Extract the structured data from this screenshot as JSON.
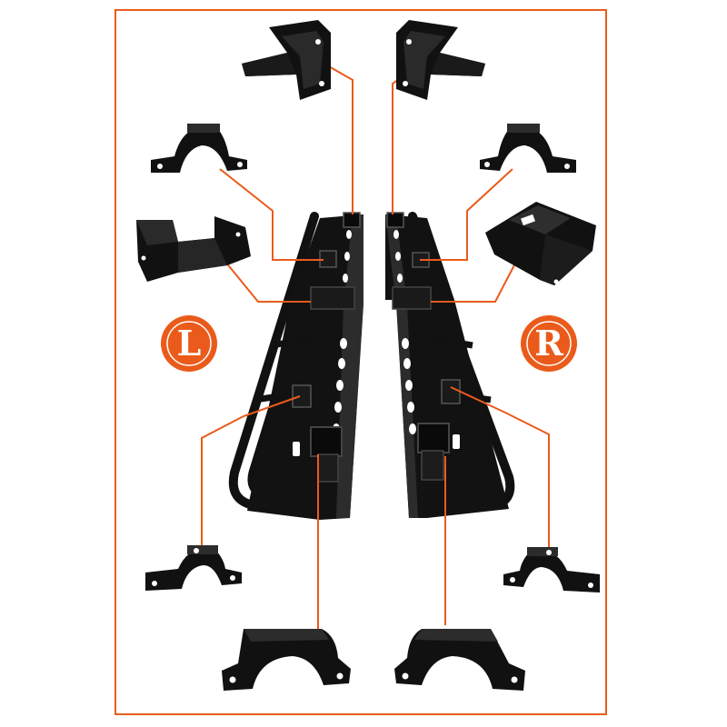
{
  "colors": {
    "accent": "#ea5b1b",
    "part": "#111111",
    "highlight": "#4a4a4a",
    "hole": "#ffffff"
  },
  "sides": {
    "left": {
      "label": "L"
    },
    "right": {
      "label": "R"
    }
  },
  "parts": [
    {
      "name": "left-top-frame-bracket",
      "side": "left",
      "kind": "frame bracket"
    },
    {
      "name": "left-upper-mount-bracket",
      "side": "left",
      "kind": "mount bracket"
    },
    {
      "name": "left-tray-plate",
      "side": "left",
      "kind": "tray plate"
    },
    {
      "name": "left-lower-mount-bracket",
      "side": "left",
      "kind": "mount bracket"
    },
    {
      "name": "left-bottom-bracket",
      "side": "left",
      "kind": "large bracket"
    },
    {
      "name": "right-top-frame-bracket",
      "side": "right",
      "kind": "frame bracket"
    },
    {
      "name": "right-upper-mount-bracket",
      "side": "right",
      "kind": "mount bracket"
    },
    {
      "name": "right-box-bracket",
      "side": "right",
      "kind": "box bracket"
    },
    {
      "name": "right-lower-mount-bracket",
      "side": "right",
      "kind": "mount bracket"
    },
    {
      "name": "right-bottom-bracket",
      "side": "right",
      "kind": "large bracket"
    }
  ]
}
